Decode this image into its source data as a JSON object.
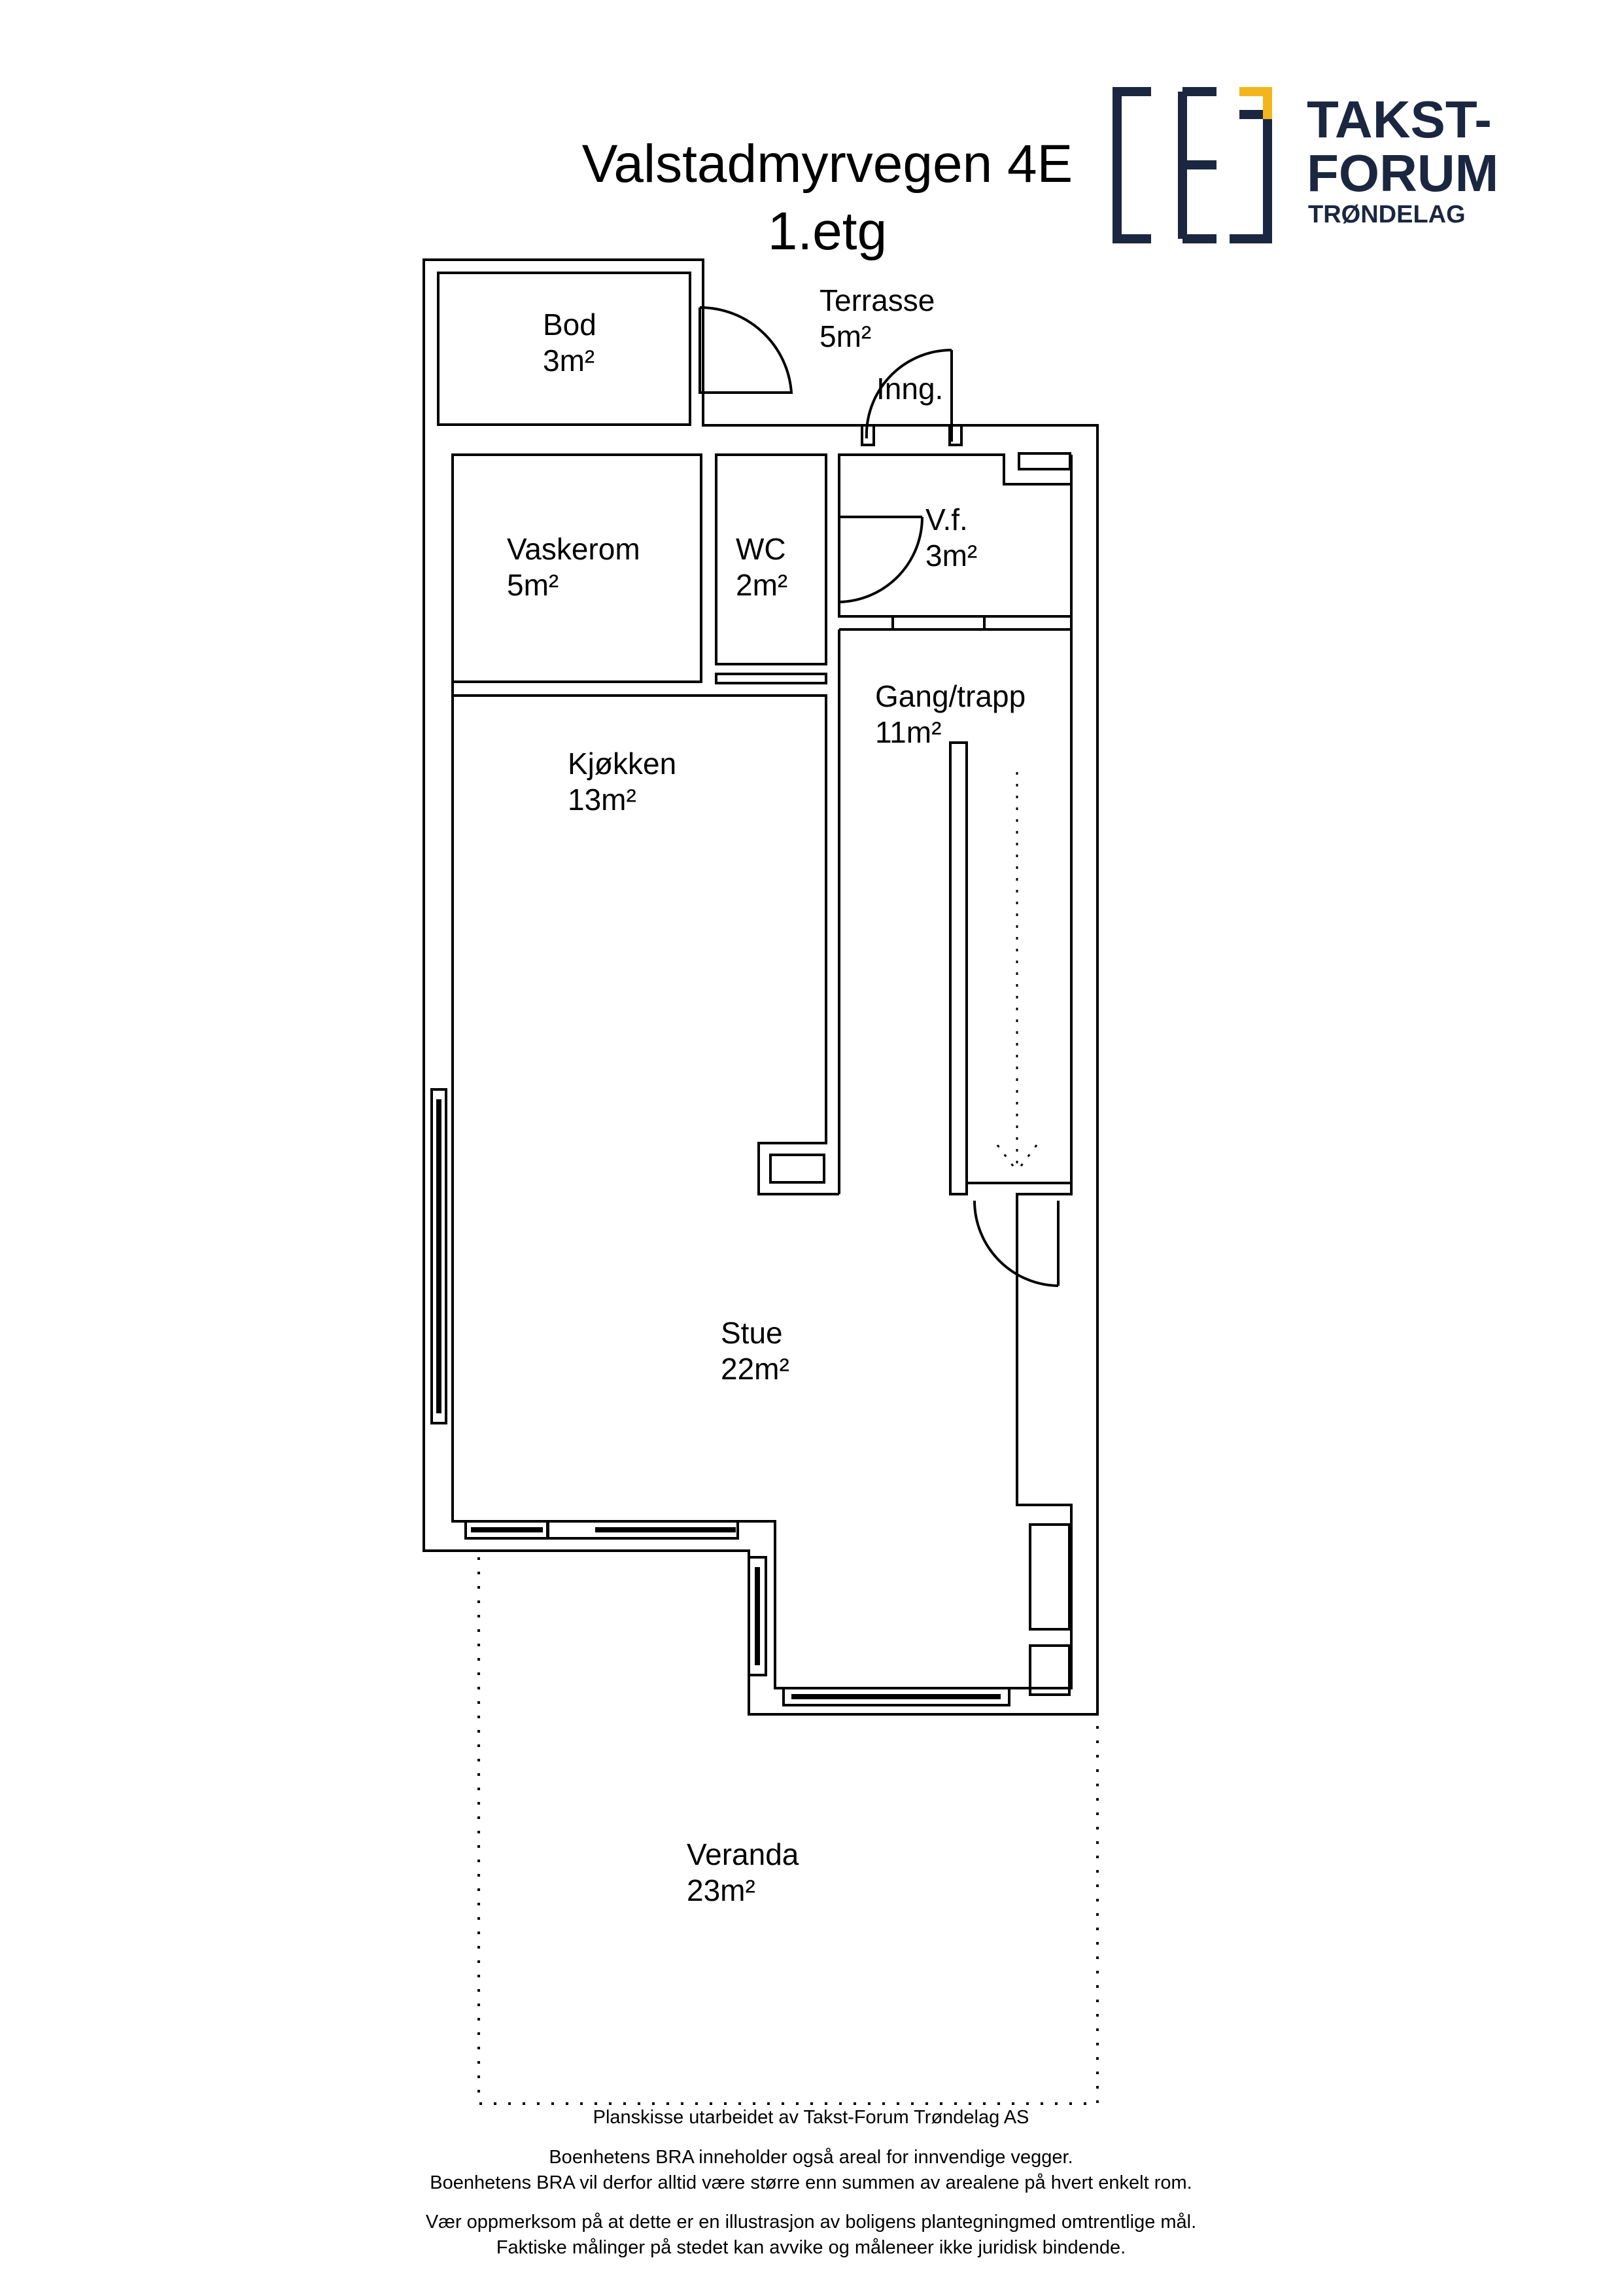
{
  "header": {
    "address": "Valstadmyrvegen 4E",
    "floor": "1.etg"
  },
  "logo": {
    "line1": "TAKST-",
    "line2": "FORUM",
    "line3": "TRØNDELAG",
    "color_navy": "#1b2740",
    "color_gold": "#f2b61c"
  },
  "rooms": {
    "bod": {
      "name": "Bod",
      "area": "3m²"
    },
    "terrasse": {
      "name": "Terrasse",
      "area": "5m²"
    },
    "inngang": {
      "name": "Inng."
    },
    "vaskerom": {
      "name": "Vaskerom",
      "area": "5m²"
    },
    "wc": {
      "name": "WC",
      "area": "2m²"
    },
    "vf": {
      "name": "V.f.",
      "area": "3m²"
    },
    "gang": {
      "name": "Gang/trapp",
      "area": "11m²"
    },
    "kjokken": {
      "name": "Kjøkken",
      "area": "13m²"
    },
    "stue": {
      "name": "Stue",
      "area": "22m²"
    },
    "veranda": {
      "name": "Veranda",
      "area": "23m²"
    }
  },
  "footer": {
    "line1": "Planskisse utarbeidet av Takst-Forum Trøndelag AS",
    "line2": "Boenhetens BRA inneholder også areal for innvendige vegger.",
    "line3": "Boenhetens BRA vil derfor alltid være større enn summen av arealene på hvert enkelt rom.",
    "line4": "Vær oppmerksom på at dette er en illustrasjon av boligens plantegningmed omtrentlige mål.",
    "line5": "Faktiske målinger på stedet kan avvike og måleneer ikke juridisk bindende."
  }
}
